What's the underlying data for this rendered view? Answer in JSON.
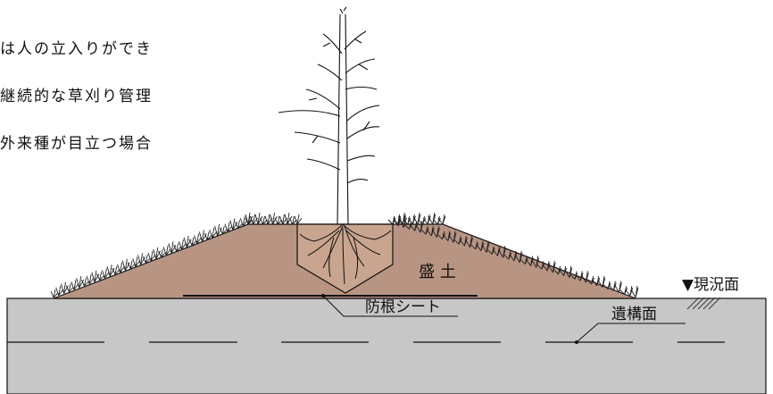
{
  "text_lines": [
    "は人の立入りができ",
    "継続的な草刈り管理",
    "外来種が目立つ場合"
  ],
  "labels": {
    "mound": "盛 土",
    "root_sheet": "防根シート",
    "current_ground": "▼現況面",
    "remains_surface": "遺構面"
  },
  "colors": {
    "mound_fill": "#b89583",
    "ground_fill": "#c7c7c7",
    "line": "#111111"
  }
}
